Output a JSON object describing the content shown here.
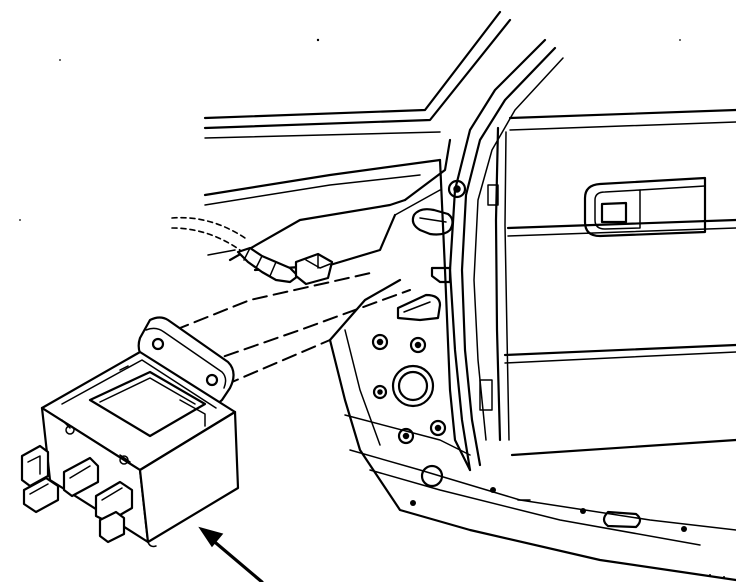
{
  "figure": {
    "components": [
      "relay",
      "mounting-bracket",
      "wiring-harness-connector",
      "door-pillar",
      "door-panel",
      "door-handle",
      "pointer-arrow"
    ]
  }
}
